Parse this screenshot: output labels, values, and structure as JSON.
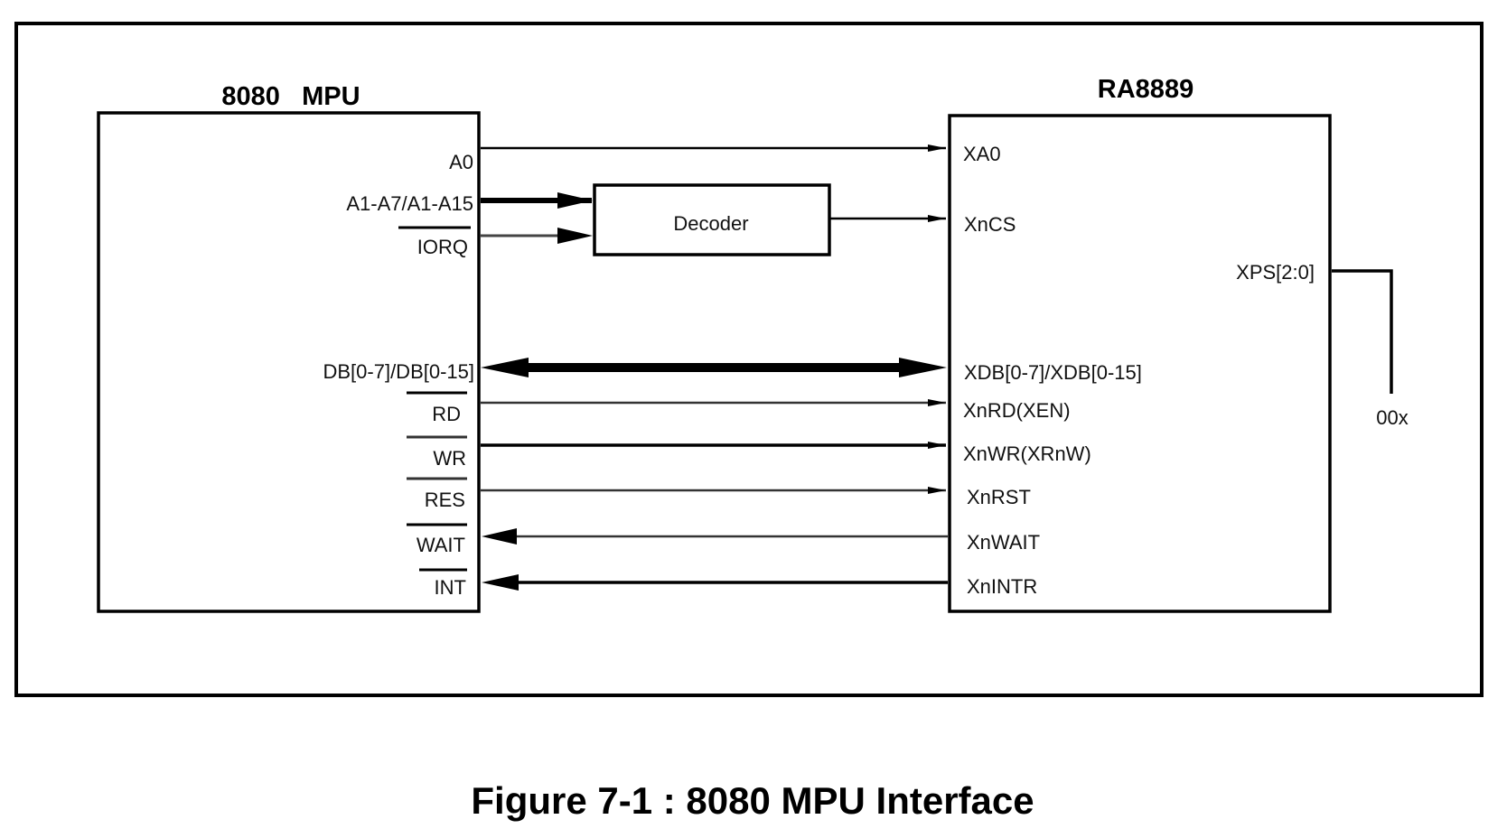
{
  "figure": {
    "caption": "Figure 7-1 : 8080 MPU Interface"
  },
  "mpu": {
    "title": "8080   MPU",
    "pins": {
      "a0": "A0",
      "addr": "A1-A7/A1-A15",
      "iorq": "IORQ",
      "db": "DB[0-7]/DB[0-15]",
      "rd": "RD",
      "wr": "WR",
      "res": "RES",
      "wait": "WAIT",
      "int": "INT"
    }
  },
  "decoder": {
    "label": "Decoder"
  },
  "controller": {
    "title": "RA8889",
    "pins": {
      "xa0": "XA0",
      "xncs": "XnCS",
      "xps": "XPS[2:0]",
      "xdb": "XDB[0-7]/XDB[0-15]",
      "xnrd": "XnRD(XEN)",
      "xnwr": "XnWR(XRnW)",
      "xnrst": "XnRST",
      "xnwait": "XnWAIT",
      "xnintr": "XnINTR"
    },
    "xps_value": "00x"
  },
  "connections": [
    {
      "from": "A0",
      "to": "XA0",
      "direction": "to-controller",
      "bus": false
    },
    {
      "from": "A1-A7/A1-A15",
      "to": "Decoder",
      "direction": "to-decoder",
      "bus": true
    },
    {
      "from": "IORQ",
      "to": "Decoder",
      "direction": "to-decoder",
      "bus": false
    },
    {
      "from": "Decoder",
      "to": "XnCS",
      "direction": "to-controller",
      "bus": false
    },
    {
      "from": "DB[0-7]/DB[0-15]",
      "to": "XDB[0-7]/XDB[0-15]",
      "direction": "bidirectional",
      "bus": true
    },
    {
      "from": "RD",
      "to": "XnRD(XEN)",
      "direction": "to-controller",
      "bus": false
    },
    {
      "from": "WR",
      "to": "XnWR(XRnW)",
      "direction": "to-controller",
      "bus": false
    },
    {
      "from": "RES",
      "to": "XnRST",
      "direction": "to-controller",
      "bus": false
    },
    {
      "from": "XnWAIT",
      "to": "WAIT",
      "direction": "to-mpu",
      "bus": false
    },
    {
      "from": "XnINTR",
      "to": "INT",
      "direction": "to-mpu",
      "bus": false
    },
    {
      "from": "XPS[2:0]",
      "to": "00x",
      "direction": "none",
      "bus": false
    }
  ]
}
